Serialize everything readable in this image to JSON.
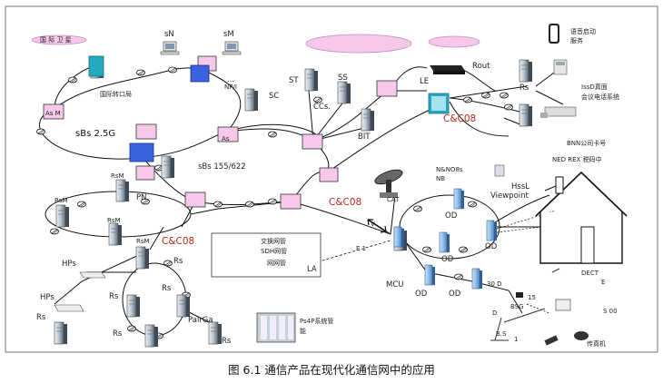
{
  "caption": "图 6.1  通信产品在现代化通信网中的应用",
  "nodes": {
    "ss_top_left": "国 际 卫 星",
    "sN": "sN",
    "sM": "sM",
    "dots": "...",
    "np": "NP/I",
    "sc": "SC",
    "intl_office": "国际转口局",
    "as_left": "As M",
    "sbs25": "sBs 2.5G",
    "as_mid": "As",
    "sbs155": "sBs 155/622",
    "st": "ST",
    "ss": "SS",
    "ccs": "CCs.",
    "bit": "BIT",
    "le": "LE",
    "rout": "Rout",
    "cc08_top": "C&C08",
    "rs_right_top": "Rs",
    "phone_label_1": "语音启动",
    "phone_label_2": "服务",
    "isdn_label_1": "IssD真面",
    "isdn_label_2": "会议电话系统",
    "bnn": "BNN公司卡号",
    "ned": "NED  REX  税码中",
    "rsm_top": "RsM",
    "rsm_left": "RsM",
    "pn": "PN",
    "rsm_bottom": "RsM",
    "cc08_mid": "C&C08",
    "cat": "CAT",
    "nbno": "N&NO8s",
    "nb": "NB",
    "hssl": "HssL",
    "viewpoint": "Viewpoint",
    "od_1": "OD",
    "od_2": "OD",
    "od_3": "OD",
    "od_4": "OD",
    "od_5": "OD",
    "mcu": "MCU",
    "v_label": "V",
    "e1_label": "E 1",
    "lab_exchange": "交换网管",
    "lab_sdh": "SDH网管",
    "lab_net": "网网管",
    "la": "LA",
    "rsm_cc": "RsM",
    "cc08_low": "C&C08",
    "hps_1": "HPs",
    "hps_2": "HPs",
    "rs_a": "Rs",
    "rs_b": "Rs",
    "rs_c": "Rs",
    "rs_d": "Rs",
    "rs_e": "Rs",
    "rs_f": "Rs",
    "paircga": "PairGa",
    "ps4p_1": "Ps4P系统管",
    "ps4p_2": "能",
    "d30": "30 D",
    "n15": "15",
    "bsg": "BSG",
    "d_small": "D",
    "bs": "B.S",
    "one": "1",
    "dect": "DECT",
    "e_small": "E",
    "s00": "S 00",
    "fax": "传真机"
  },
  "colors": {
    "pink": "#f7c8ea",
    "blue": "#3a63e0",
    "accent_red": "#b52a1c",
    "server_teal": "#25a9c0",
    "od_blue": "#79b4e8"
  }
}
